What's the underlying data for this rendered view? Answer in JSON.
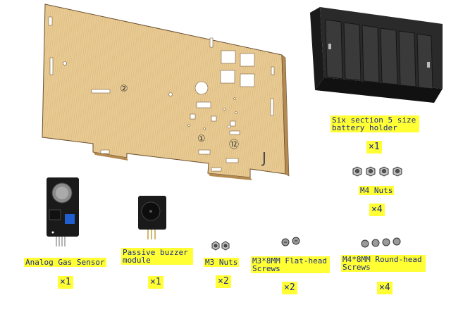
{
  "panel": {
    "marks": [
      "②",
      "①",
      "⑫",
      "J"
    ]
  },
  "items": [
    {
      "label": "Six section 5 size\nbattery holder",
      "qty": "×1"
    },
    {
      "label": "M4 Nuts",
      "qty": "×4"
    },
    {
      "label": "Analog Gas Sensor",
      "qty": "×1"
    },
    {
      "label": "Passive buzzer\nmodule",
      "qty": "×1"
    },
    {
      "label": "M3 Nuts",
      "qty": "×2"
    },
    {
      "label": "M3*8MM Flat-head\nScrews",
      "qty": "×2"
    },
    {
      "label": "M4*8MM Round-head\nScrews",
      "qty": "×4"
    }
  ],
  "colors": {
    "wood": "#e6c890",
    "label_bg": "#ffff33",
    "label_text": "#1a2a8a"
  }
}
